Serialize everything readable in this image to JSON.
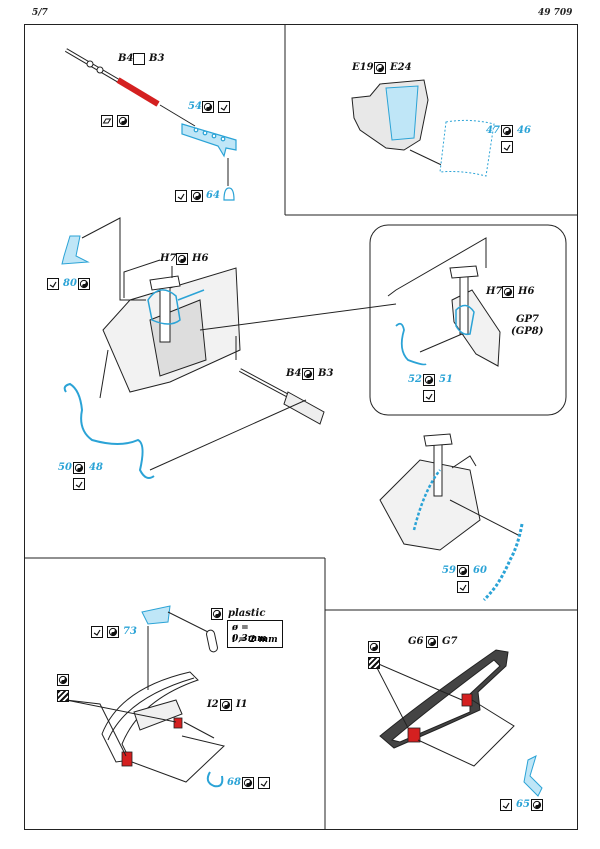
{
  "header": {
    "page": "5/7",
    "code": "49 709"
  },
  "panel_top_left": {
    "part_pair": [
      "B4",
      "B3"
    ],
    "part_54": "54",
    "part_64": "64"
  },
  "panel_top_right": {
    "part_pair": [
      "E19",
      "E24"
    ],
    "part_47": "47",
    "part_46": "46"
  },
  "panel_middle": {
    "left_part": "80",
    "top_pair": [
      "H7",
      "H6"
    ],
    "lower_pair": [
      "B4",
      "B3"
    ],
    "bottom_pair": [
      "50",
      "48"
    ]
  },
  "panel_inset": {
    "pair": [
      "H7",
      "H6"
    ],
    "gp_main": "GP7",
    "gp_alt": "(GP8)",
    "bottom_pair": [
      "52",
      "51"
    ]
  },
  "panel_lower_right_mid": {
    "pair": [
      "59",
      "60"
    ]
  },
  "panel_bottom_left": {
    "part_73": "73",
    "plastic_label": "plastic",
    "diameter": "ø = 0,3mm",
    "length": "l = 2 mm",
    "pair_i": [
      "I2",
      "I1"
    ],
    "part_68": "68"
  },
  "panel_bottom_right": {
    "pair_g": [
      "G6",
      "G7"
    ],
    "part_65": "65"
  },
  "colors": {
    "accent_blue": "#2ba3d6",
    "red": "#d42020",
    "ink": "#111111"
  }
}
